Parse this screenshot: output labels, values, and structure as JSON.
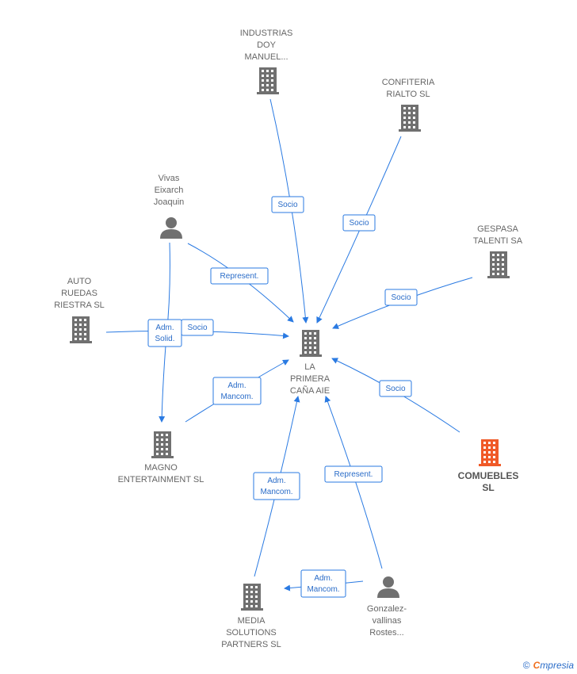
{
  "colors": {
    "edge": "#2a7ae2",
    "building": "#707070",
    "building_highlight": "#f05a28",
    "person": "#707070"
  },
  "nodes": [
    {
      "id": "center",
      "type": "building",
      "label": [
        "LA",
        "PRIMERA",
        "CAÑA AIE"
      ]
    },
    {
      "id": "industrias",
      "type": "building",
      "label": [
        "INDUSTRIAS",
        "DOY",
        "MANUEL..."
      ]
    },
    {
      "id": "confiteria",
      "type": "building",
      "label": [
        "CONFITERIA",
        "RIALTO  SL"
      ]
    },
    {
      "id": "gespasa",
      "type": "building",
      "label": [
        "GESPASA",
        "TALENTI SA"
      ]
    },
    {
      "id": "vivas",
      "type": "person",
      "label": [
        "Vivas",
        "Eixarch",
        "Joaquin"
      ]
    },
    {
      "id": "auto",
      "type": "building",
      "label": [
        "AUTO",
        "RUEDAS",
        "RIESTRA SL"
      ]
    },
    {
      "id": "magno",
      "type": "building",
      "label": [
        "MAGNO",
        "ENTERTAINMENT SL"
      ]
    },
    {
      "id": "comuebles",
      "type": "building",
      "highlight": true,
      "label": [
        "COMUEBLES",
        "SL"
      ]
    },
    {
      "id": "media",
      "type": "building",
      "label": [
        "MEDIA",
        "SOLUTIONS",
        "PARTNERS  SL"
      ]
    },
    {
      "id": "gonzalez",
      "type": "person",
      "label": [
        "Gonzalez-",
        "vallinas",
        "Rostes..."
      ]
    }
  ],
  "edges": [
    {
      "from": "industrias",
      "to": "center",
      "label": [
        "Socio"
      ]
    },
    {
      "from": "confiteria",
      "to": "center",
      "label": [
        "Socio"
      ]
    },
    {
      "from": "gespasa",
      "to": "center",
      "label": [
        "Socio"
      ]
    },
    {
      "from": "vivas",
      "to": "center",
      "label": [
        "Represent."
      ]
    },
    {
      "from": "vivas",
      "to": "magno",
      "label": [
        "Adm.",
        "Solid."
      ]
    },
    {
      "from": "auto",
      "to": "center",
      "label": [
        "Socio"
      ]
    },
    {
      "from": "magno",
      "to": "center",
      "label": [
        "Adm.",
        "Mancom."
      ]
    },
    {
      "from": "comuebles",
      "to": "center",
      "label": [
        "Socio"
      ]
    },
    {
      "from": "media",
      "to": "center",
      "label": [
        "Adm.",
        "Mancom."
      ]
    },
    {
      "from": "gonzalez",
      "to": "center",
      "label": [
        "Represent."
      ]
    },
    {
      "from": "gonzalez",
      "to": "media",
      "label": [
        "Adm.",
        "Mancom."
      ]
    }
  ],
  "footer": {
    "copyright": "©",
    "brand_e": "C",
    "brand_rest": "mpresia"
  }
}
